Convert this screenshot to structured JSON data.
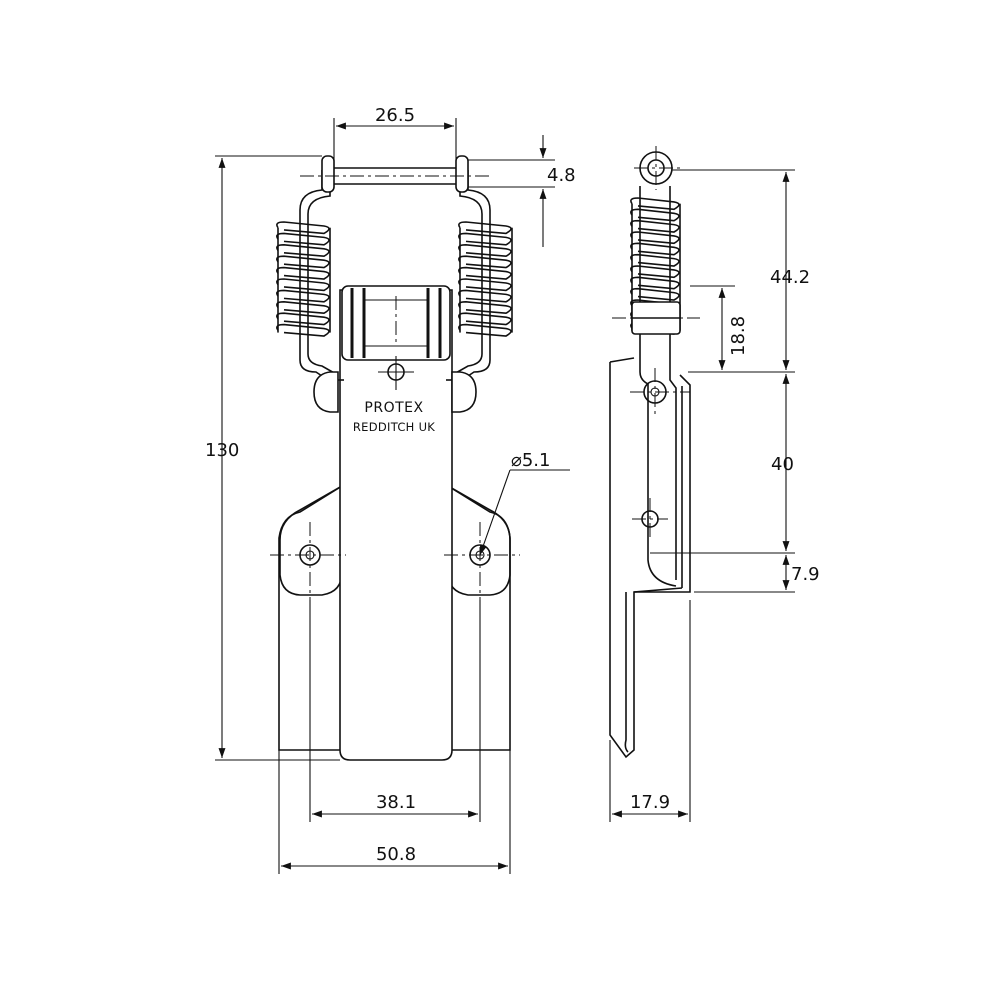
{
  "dimensions": {
    "top_width": "26.5",
    "pin_dia_offset": "4.8",
    "overall_height": "130",
    "hole_spacing": "38.1",
    "base_width": "50.8",
    "hole_diameter": "⌀5.1",
    "side_upper": "44.2",
    "side_spring": "18.8",
    "side_middle": "40",
    "side_lower": "7.9",
    "side_depth": "17.9"
  },
  "marking": {
    "brand": "PROTEX",
    "location": "REDDITCH UK"
  }
}
